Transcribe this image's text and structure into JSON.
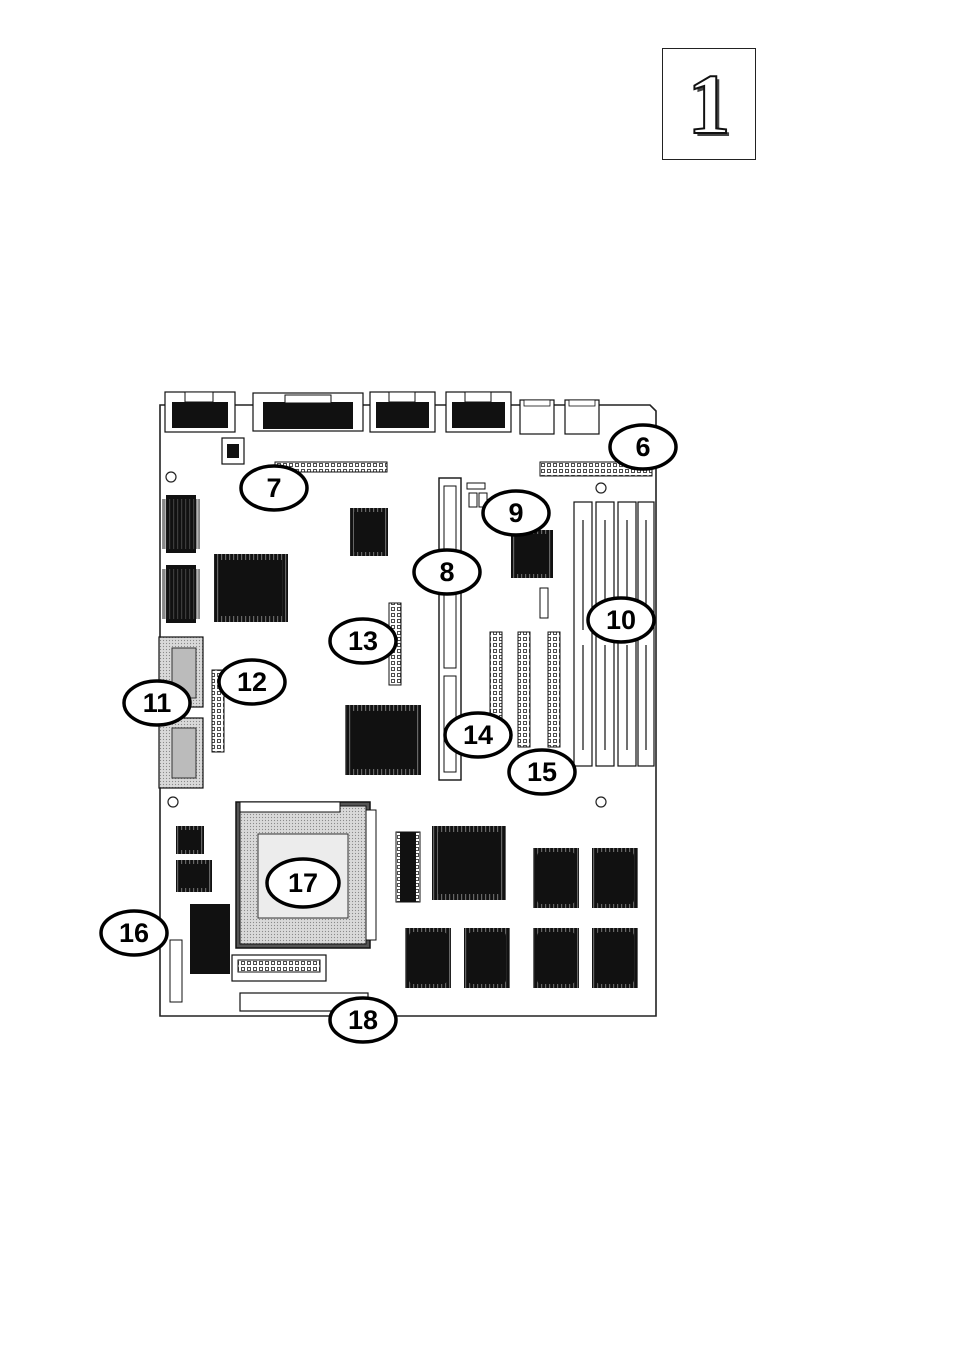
{
  "chapter": {
    "number": "1"
  },
  "callouts": [
    {
      "id": "c6",
      "label": "6"
    },
    {
      "id": "c7",
      "label": "7"
    },
    {
      "id": "c8",
      "label": "8"
    },
    {
      "id": "c9",
      "label": "9"
    },
    {
      "id": "c10",
      "label": "10"
    },
    {
      "id": "c11",
      "label": "11"
    },
    {
      "id": "c12",
      "label": "12"
    },
    {
      "id": "c13",
      "label": "13"
    },
    {
      "id": "c14",
      "label": "14"
    },
    {
      "id": "c15",
      "label": "15"
    },
    {
      "id": "c16",
      "label": "16"
    },
    {
      "id": "c17",
      "label": "17"
    },
    {
      "id": "c18",
      "label": "18"
    }
  ]
}
